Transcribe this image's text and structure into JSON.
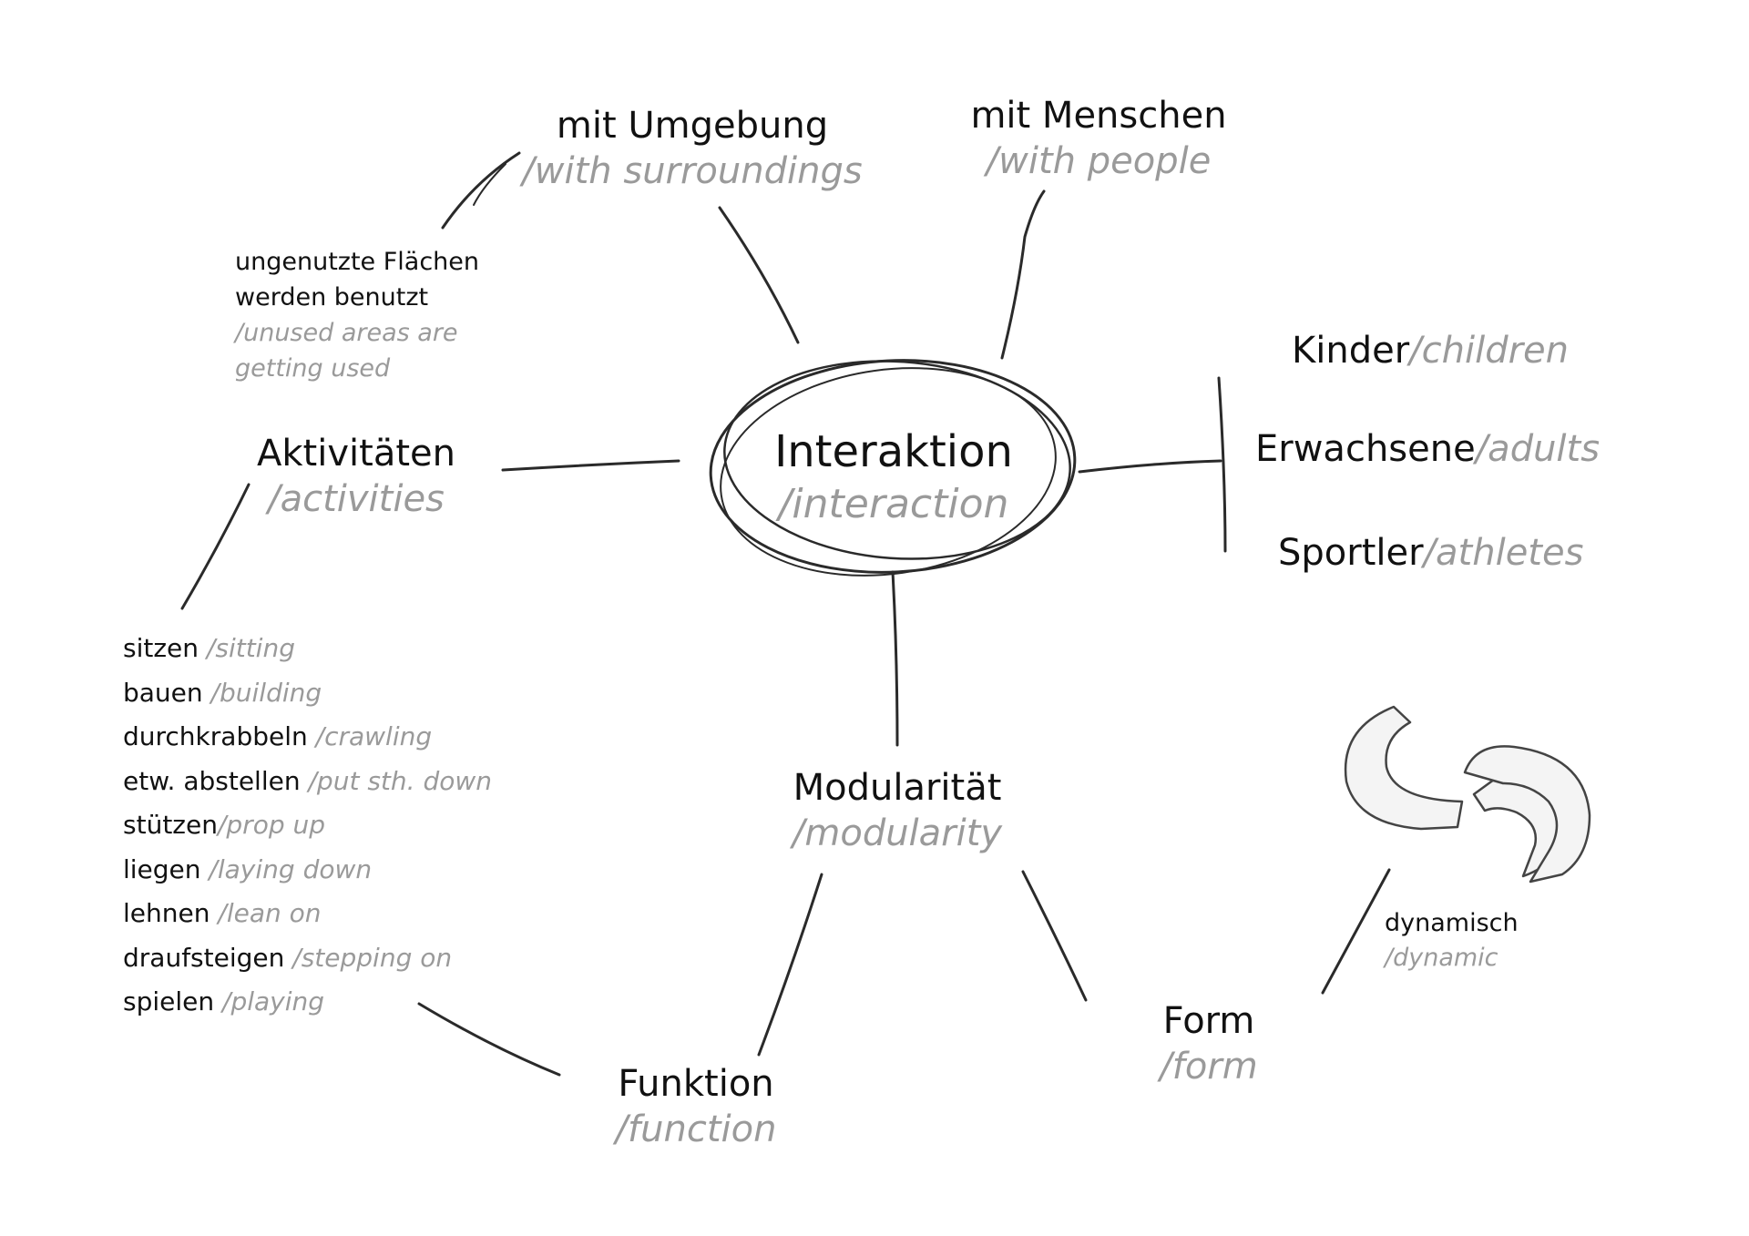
{
  "center": {
    "de": "Interaktion",
    "en": "/interaction"
  },
  "surroundings": {
    "de": "mit Umgebung",
    "en": "/with surroundings"
  },
  "people": {
    "de": "mit Menschen",
    "en": "/with people"
  },
  "unused": {
    "de_line1": "ungenutzte Flächen",
    "de_line2": "werden benutzt",
    "en_line1": "/unused areas are",
    "en_line2": "getting used"
  },
  "activities": {
    "de": "Aktivitäten",
    "en": "/activities"
  },
  "groups": [
    {
      "de": "Kinder",
      "en": "/children"
    },
    {
      "de": "Erwachsene",
      "en": "/adults"
    },
    {
      "de": "Sportler",
      "en": "/athletes"
    }
  ],
  "activity_list": [
    {
      "de": "sitzen",
      "en": " /sitting"
    },
    {
      "de": "bauen",
      "en": " /building"
    },
    {
      "de": "durchkrabbeln",
      "en": " /crawling"
    },
    {
      "de": "etw. abstellen",
      "en": " /put sth. down"
    },
    {
      "de": "stützen",
      "en": "/prop up"
    },
    {
      "de": "liegen",
      "en": " /laying down"
    },
    {
      "de": "lehnen",
      "en": " /lean on"
    },
    {
      "de": "draufsteigen",
      "en": " /stepping on"
    },
    {
      "de": "spielen",
      "en": " /playing"
    }
  ],
  "modularity": {
    "de": "Modularität",
    "en": "/modularity"
  },
  "function": {
    "de": "Funktion",
    "en": "/function"
  },
  "form": {
    "de": "Form",
    "en": "/form"
  },
  "dynamic": {
    "de": "dynamisch",
    "en": "/dynamic"
  }
}
